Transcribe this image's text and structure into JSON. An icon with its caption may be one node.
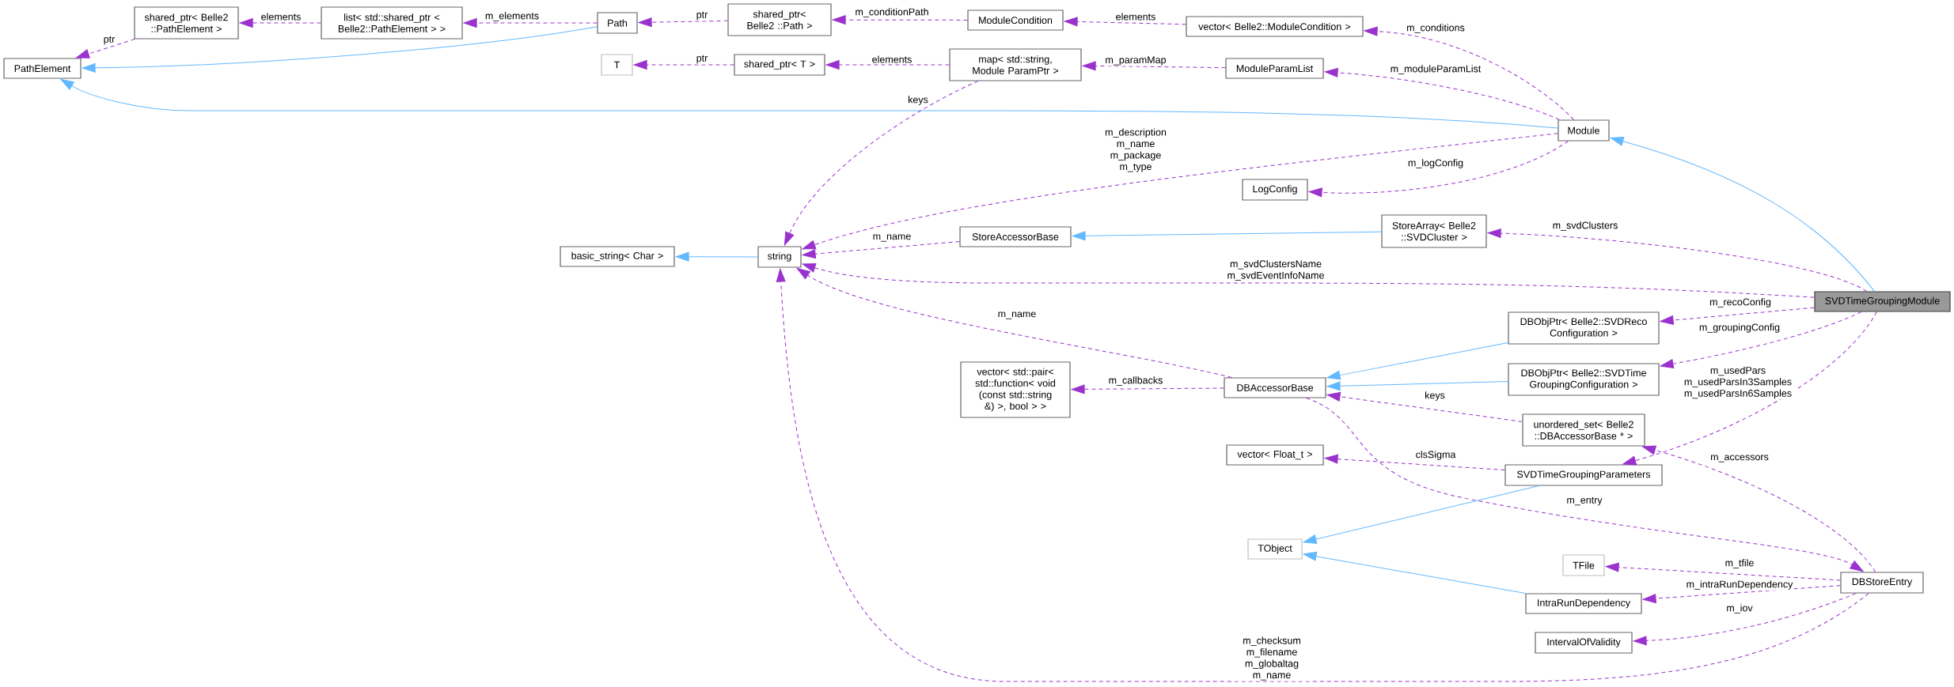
{
  "diagram": {
    "nodes": [
      {
        "text": [
          "PathElement"
        ]
      },
      {
        "text": [
          "shared_ptr< Belle2 ::PathElement >"
        ]
      },
      {
        "text": [
          "list< std::shared_ptr < Belle2::PathElement > >"
        ]
      },
      {
        "text": [
          "Path"
        ]
      },
      {
        "text": [
          "T"
        ]
      },
      {
        "text": [
          "shared_ptr< Belle2 ::Path >"
        ]
      },
      {
        "text": [
          "shared_ptr< T >"
        ]
      },
      {
        "text": [
          "ModuleCondition"
        ]
      },
      {
        "text": [
          "map< std::string, Module ParamPtr >"
        ]
      },
      {
        "text": [
          "vector< Belle2::ModuleCondition >"
        ]
      },
      {
        "text": [
          "ModuleParamList"
        ]
      },
      {
        "text": [
          "Module"
        ]
      },
      {
        "text": [
          "LogConfig"
        ]
      },
      {
        "text": [
          "basic_string< Char >"
        ]
      },
      {
        "text": [
          "string"
        ]
      },
      {
        "text": [
          "StoreAccessorBase"
        ]
      },
      {
        "text": [
          "StoreArray< Belle2 ::SVDCluster >"
        ]
      },
      {
        "text": [
          "SVDTimeGroupingModule"
        ]
      },
      {
        "text": [
          "DBObjPtr< Belle2::SVDReco Configuration >"
        ]
      },
      {
        "text": [
          "vector< std::pair< std::function< void (const std::string &) >, bool > >"
        ]
      },
      {
        "text": [
          "DBAccessorBase"
        ]
      },
      {
        "text": [
          "DBObjPtr< Belle2::SVDTime GroupingConfiguration >"
        ]
      },
      {
        "text": [
          "unordered_set< Belle2 ::DBAccessorBase * >"
        ]
      },
      {
        "text": [
          "vector< Float_t >"
        ]
      },
      {
        "text": [
          "SVDTimeGroupingParameters"
        ]
      },
      {
        "text": [
          "TObject"
        ]
      },
      {
        "text": [
          "TFile"
        ]
      },
      {
        "text": [
          "DBStoreEntry"
        ]
      },
      {
        "text": [
          "IntraRunDependency"
        ]
      },
      {
        "text": [
          "IntervalOfValidity"
        ]
      }
    ],
    "edges": [
      {
        "from": 1,
        "to": 0,
        "arrow": "to",
        "label": "ptr",
        "style": "dashed"
      },
      {
        "from": 2,
        "to": 1,
        "arrow": "to",
        "label": "elements",
        "style": "dashed"
      },
      {
        "from": 3,
        "to": 2,
        "arrow": "to",
        "label": "m_elements",
        "style": "dashed"
      },
      {
        "from": 3,
        "to": 0,
        "arrow": "to",
        "color": "#63b8ff"
      },
      {
        "from": 5,
        "to": 3,
        "arrow": "to",
        "label": "ptr",
        "style": "dashed"
      },
      {
        "from": 7,
        "to": 5,
        "arrow": "to",
        "label": "m_conditionPath",
        "style": "dashed"
      },
      {
        "from": 9,
        "to": 7,
        "arrow": "to",
        "label": "elements",
        "style": "dashed"
      },
      {
        "from": 11,
        "to": 9,
        "arrow": "to",
        "label": "m_conditions",
        "style": "dashed"
      },
      {
        "from": 6,
        "to": 4,
        "arrow": "to",
        "label": "ptr",
        "style": "dashed"
      },
      {
        "from": 8,
        "to": 6,
        "arrow": "to",
        "label": "elements",
        "style": "dashed"
      },
      {
        "from": 10,
        "to": 8,
        "arrow": "to",
        "label": "m_paramMap",
        "style": "dashed"
      },
      {
        "from": 11,
        "to": 10,
        "arrow": "to",
        "label": "m_moduleParamList",
        "style": "dashed"
      },
      {
        "from": 11,
        "to": 0,
        "arrow": "to",
        "color": "#63b8ff"
      },
      {
        "from": 8,
        "to": 14,
        "arrow": "to",
        "label": "keys",
        "style": "dashed"
      },
      {
        "from": 11,
        "to": 14,
        "arrow": "to",
        "label": "m_description m_name m_package m_type",
        "style": "dashed"
      },
      {
        "from": 11,
        "to": 12,
        "arrow": "to",
        "label": "m_logConfig",
        "style": "dashed"
      },
      {
        "from": 14,
        "to": 13,
        "arrow": "to",
        "color": "#63b8ff"
      },
      {
        "from": 15,
        "to": 14,
        "arrow": "to",
        "label": "m_name",
        "style": "dashed"
      },
      {
        "from": 16,
        "to": 15,
        "arrow": "to",
        "color": "#63b8ff"
      },
      {
        "from": 17,
        "to": 16,
        "arrow": "to",
        "label": "m_svdClusters",
        "style": "dashed"
      },
      {
        "from": 17,
        "to": 11,
        "arrow": "to",
        "color": "#63b8ff"
      },
      {
        "from": 17,
        "to": 14,
        "arrow": "to",
        "label": "m_svdClustersName m_svdEventInfoName",
        "style": "dashed"
      },
      {
        "from": 17,
        "to": 18,
        "arrow": "to",
        "label": "m_recoConfig",
        "style": "dashed"
      },
      {
        "from": 17,
        "to": 21,
        "arrow": "to",
        "label": "m_groupingConfig",
        "style": "dashed"
      },
      {
        "from": 17,
        "to": 24,
        "arrow": "to",
        "label": "m_usedPars m_usedParsIn3Samples m_usedParsIn6Samples",
        "style": "dashed"
      },
      {
        "from": 18,
        "to": 20,
        "arrow": "to",
        "color": "#63b8ff"
      },
      {
        "from": 21,
        "to": 20,
        "arrow": "to",
        "color": "#63b8ff"
      },
      {
        "from": 20,
        "to": 14,
        "arrow": "to",
        "label": "m_name",
        "style": "dashed"
      },
      {
        "from": 20,
        "to": 19,
        "arrow": "to",
        "label": "m_callbacks",
        "style": "dashed"
      },
      {
        "from": 22,
        "to": 20,
        "arrow": "to",
        "label": "keys",
        "style": "dashed"
      },
      {
        "from": 20,
        "to": 27,
        "arrow": "to",
        "label": "m_entry",
        "style": "dashed"
      },
      {
        "from": 27,
        "to": 22,
        "arrow": "to",
        "label": "m_accessors",
        "style": "dashed"
      },
      {
        "from": 24,
        "to": 23,
        "arrow": "to",
        "label": "clsSigma",
        "style": "dashed"
      },
      {
        "from": 24,
        "to": 25,
        "arrow": "to",
        "color": "#63b8ff"
      },
      {
        "from": 28,
        "to": 25,
        "arrow": "to",
        "color": "#63b8ff"
      },
      {
        "from": 27,
        "to": 26,
        "arrow": "to",
        "label": "m_tfile",
        "style": "dashed"
      },
      {
        "from": 27,
        "to": 28,
        "arrow": "to",
        "label": "m_intraRunDependency",
        "style": "dashed"
      },
      {
        "from": 27,
        "to": 29,
        "arrow": "to",
        "label": "m_iov",
        "style": "dashed"
      },
      {
        "from": 27,
        "to": 14,
        "arrow": "to",
        "label": "m_checksum m_filename m_globaltag m_name",
        "style": "dashed"
      }
    ]
  }
}
